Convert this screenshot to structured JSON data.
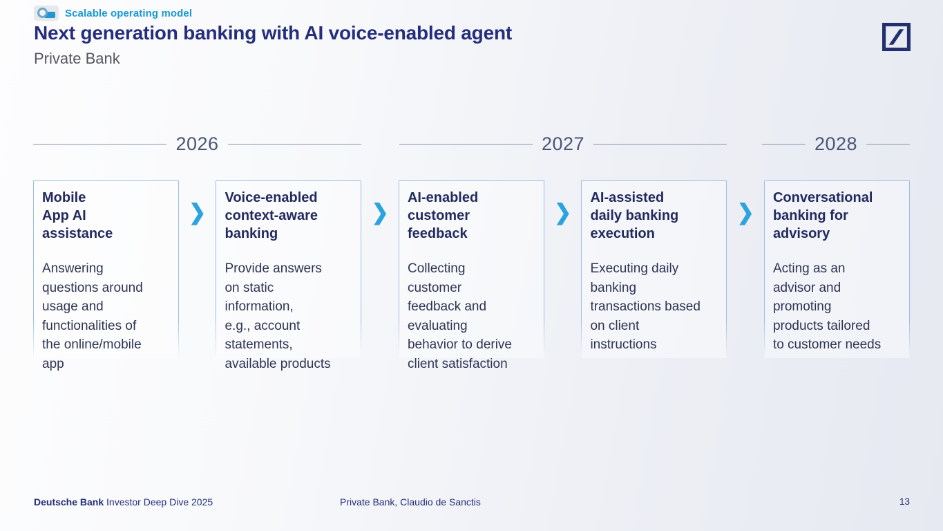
{
  "badge": {
    "label": "Scalable operating model"
  },
  "header": {
    "title": "Next generation banking with AI voice-enabled agent",
    "subtitle": "Private Bank"
  },
  "timeline": {
    "years": [
      "2026",
      "2027",
      "2028"
    ]
  },
  "icons": {
    "chevron": "❯"
  },
  "cards": [
    {
      "title": "Mobile\nApp AI\nassistance",
      "body": "Answering\nquestions around\nusage and\nfunctionalities of\nthe online/mobile\napp"
    },
    {
      "title": "Voice-enabled\ncontext-aware\nbanking",
      "body": "Provide answers\non static\ninformation,\ne.g., account\nstatements,\navailable products"
    },
    {
      "title": "AI-enabled\ncustomer\nfeedback",
      "body": "Collecting\ncustomer\nfeedback and\nevaluating\nbehavior to derive\nclient satisfaction"
    },
    {
      "title": "AI-assisted\ndaily banking\nexecution",
      "body": "Executing daily\nbanking\ntransactions based\non client\ninstructions"
    },
    {
      "title": "Conversational\nbanking for\nadvisory",
      "body": "Acting as an\nadvisor and\npromoting\nproducts tailored\nto customer needs"
    }
  ],
  "footer": {
    "brand": "Deutsche Bank",
    "event": " Investor Deep Dive 2025",
    "center": "Private Bank, Claudio de Sanctis",
    "page": "13"
  },
  "colors": {
    "accent_cyan": "#1898d4",
    "arrow_blue": "#2ba3de",
    "navy": "#242e7c",
    "card_border": "#9dbfe2",
    "year_gray": "#4b5577"
  }
}
